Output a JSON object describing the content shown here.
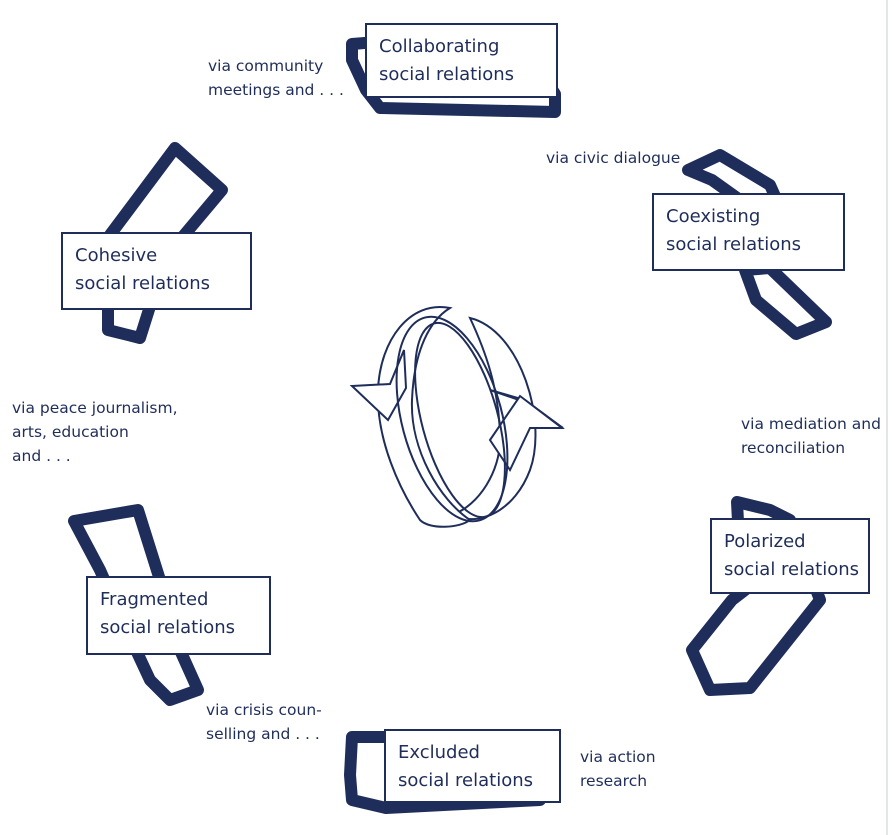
{
  "stages": {
    "collaborating": [
      "Collaborating",
      "social relations"
    ],
    "coexisting": [
      "Coexisting",
      "social relations"
    ],
    "polarized": [
      "Polarized",
      "social relations"
    ],
    "excluded": [
      "Excluded",
      "social relations"
    ],
    "fragmented": [
      "Fragmented",
      "social relations"
    ],
    "cohesive": [
      "Cohesive",
      "social relations"
    ]
  },
  "transitions": {
    "civic_dialogue": [
      "via civic dialogue"
    ],
    "mediation": [
      "via mediation and",
      "reconciliation"
    ],
    "action_research": [
      "via action",
      "research"
    ],
    "crisis_counselling": [
      "via crisis coun-",
      "selling and . . ."
    ],
    "peace_journalism": [
      "via peace journalism,",
      "arts, education",
      "and . . ."
    ],
    "community_meetings": [
      "via community",
      "meetings and . . ."
    ]
  },
  "colors": {
    "primary": "#1f2d5a",
    "background": "#ffffff"
  },
  "icons": {
    "center": "cycle-arrows-icon"
  }
}
